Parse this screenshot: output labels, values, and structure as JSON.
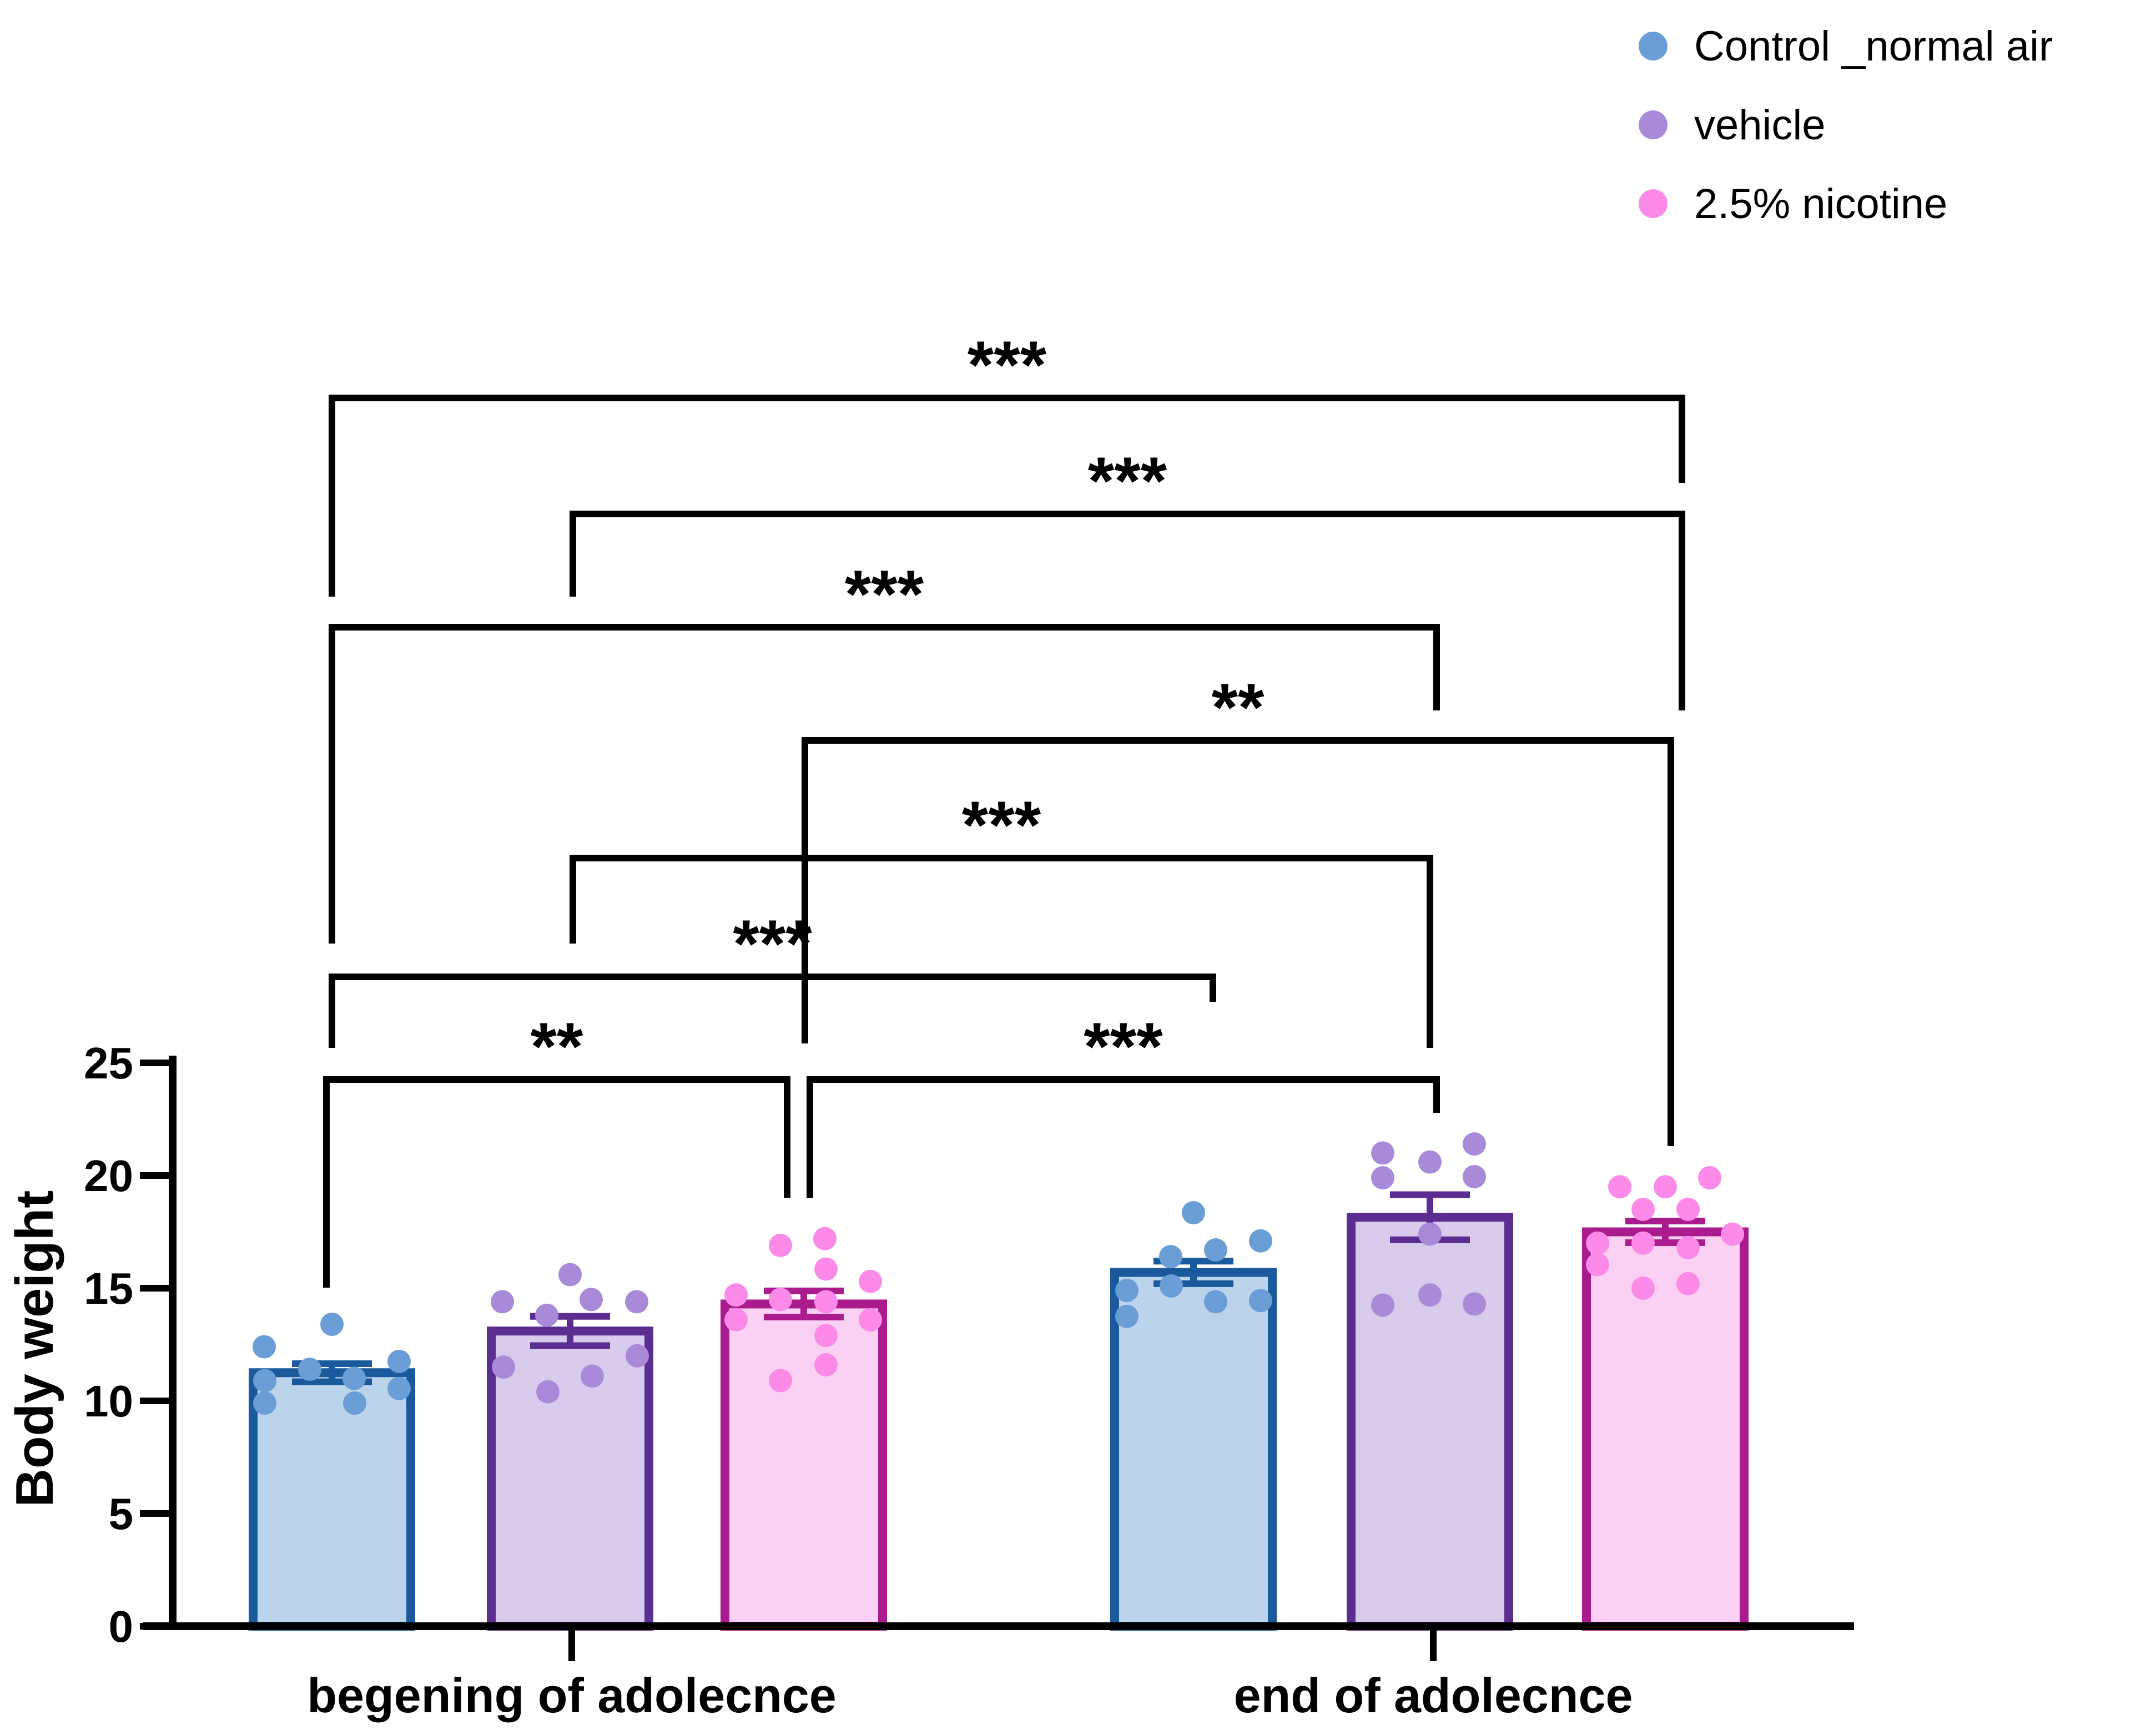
{
  "figure": {
    "kind": "grouped bar chart with scatter points and significance brackets",
    "background": "#ffffff"
  },
  "legend": {
    "items": [
      {
        "label": "Control _normal air",
        "color": "#6B9DD6"
      },
      {
        "label": "vehicle",
        "color": "#A98AD8"
      },
      {
        "label": "2.5% nicotine",
        "color": "#FB8AE8"
      }
    ]
  },
  "chart_data": {
    "type": "bar",
    "title": "",
    "ylabel": "Body weight",
    "xlabel": "",
    "ylim": [
      0,
      25
    ],
    "yticks": [
      0,
      5,
      10,
      15,
      20,
      25
    ],
    "grid": false,
    "legend_position": "top-right",
    "categories": [
      "begening of adolecnce",
      "end of adolecnce"
    ],
    "series": [
      {
        "name": "Control _normal air",
        "edge": "#1A5A9C",
        "fill": "#BCD4EB",
        "dot": "#6B9DD6",
        "means": [
          11.25,
          15.7
        ],
        "sem": [
          0.4,
          0.5
        ],
        "points": [
          [
            [
              -122,
              12.4
            ],
            [
              -121,
              10.9
            ],
            [
              -121,
              9.9
            ],
            [
              -40,
              11.4
            ],
            [
              0,
              13.4
            ],
            [
              40,
              11.0
            ],
            [
              41,
              9.9
            ],
            [
              121,
              11.75
            ],
            [
              121,
              10.55
            ]
          ],
          [
            [
              -120,
              14.9
            ],
            [
              -120,
              13.75
            ],
            [
              -41,
              16.4
            ],
            [
              -40,
              15.1
            ],
            [
              0,
              18.35
            ],
            [
              40,
              16.7
            ],
            [
              40,
              14.4
            ],
            [
              121,
              17.1
            ],
            [
              121,
              14.45
            ]
          ]
        ]
      },
      {
        "name": "vehicle",
        "edge": "#5C2D91",
        "fill": "#D8CBEC",
        "dot": "#A98AD8",
        "means": [
          13.1,
          18.15
        ],
        "sem": [
          0.65,
          1.0
        ],
        "points": [
          [
            [
              -122,
              14.4
            ],
            [
              -120,
              11.5
            ],
            [
              -42,
              13.8
            ],
            [
              -40,
              10.4
            ],
            [
              0,
              15.6
            ],
            [
              38,
              14.5
            ],
            [
              40,
              11.1
            ],
            [
              120,
              14.4
            ],
            [
              121,
              12.0
            ]
          ],
          [
            [
              -85,
              21.0
            ],
            [
              -85,
              19.9
            ],
            [
              -85,
              14.25
            ],
            [
              0,
              20.6
            ],
            [
              0,
              17.4
            ],
            [
              0,
              14.7
            ],
            [
              80,
              21.4
            ],
            [
              80,
              19.95
            ],
            [
              80,
              14.3
            ]
          ]
        ]
      },
      {
        "name": "2.5% nicotine",
        "edge": "#AA1C8E",
        "fill": "#FAD0F3",
        "dot": "#FB8AE8",
        "means": [
          14.3,
          17.5
        ],
        "sem": [
          0.58,
          0.48
        ],
        "points": [
          [
            [
              -122,
              14.7
            ],
            [
              -122,
              13.6
            ],
            [
              -42,
              16.9
            ],
            [
              -42,
              14.5
            ],
            [
              -42,
              10.9
            ],
            [
              38,
              17.2
            ],
            [
              40,
              15.85
            ],
            [
              40,
              14.4
            ],
            [
              40,
              12.9
            ],
            [
              40,
              11.6
            ],
            [
              120,
              15.3
            ],
            [
              120,
              13.6
            ]
          ],
          [
            [
              -122,
              17.0
            ],
            [
              -122,
              16.05
            ],
            [
              -82,
              19.5
            ],
            [
              -40,
              18.5
            ],
            [
              -40,
              17.0
            ],
            [
              -40,
              15.0
            ],
            [
              0,
              19.5
            ],
            [
              41,
              18.5
            ],
            [
              41,
              16.8
            ],
            [
              41,
              15.2
            ],
            [
              80,
              19.9
            ],
            [
              121,
              17.4
            ]
          ]
        ]
      }
    ],
    "significance": [
      {
        "a": "Control _normal air / begening of adolecnce",
        "b": "2.5% nicotine / end of adolecnce",
        "stars": "***"
      },
      {
        "a": "vehicle / begening of adolecnce",
        "b": "2.5% nicotine / end of adolecnce",
        "stars": "***"
      },
      {
        "a": "Control _normal air / begening of adolecnce",
        "b": "vehicle / end of adolecnce",
        "stars": "***"
      },
      {
        "a": "2.5% nicotine / begening of adolecnce",
        "b": "2.5% nicotine / end of adolecnce",
        "stars": "**"
      },
      {
        "a": "vehicle / begening of adolecnce",
        "b": "vehicle / end of adolecnce",
        "stars": "***"
      },
      {
        "a": "Control _normal air / begening of adolecnce",
        "b": "Control _normal air / end of adolecnce",
        "stars": "***"
      },
      {
        "a": "Control _normal air / begening of adolecnce",
        "b": "2.5% nicotine / begening of adolecnce",
        "stars": "**"
      },
      {
        "a": "2.5% nicotine / begening of adolecnce",
        "b": "vehicle / end of adolecnce",
        "stars": "***"
      }
    ]
  }
}
